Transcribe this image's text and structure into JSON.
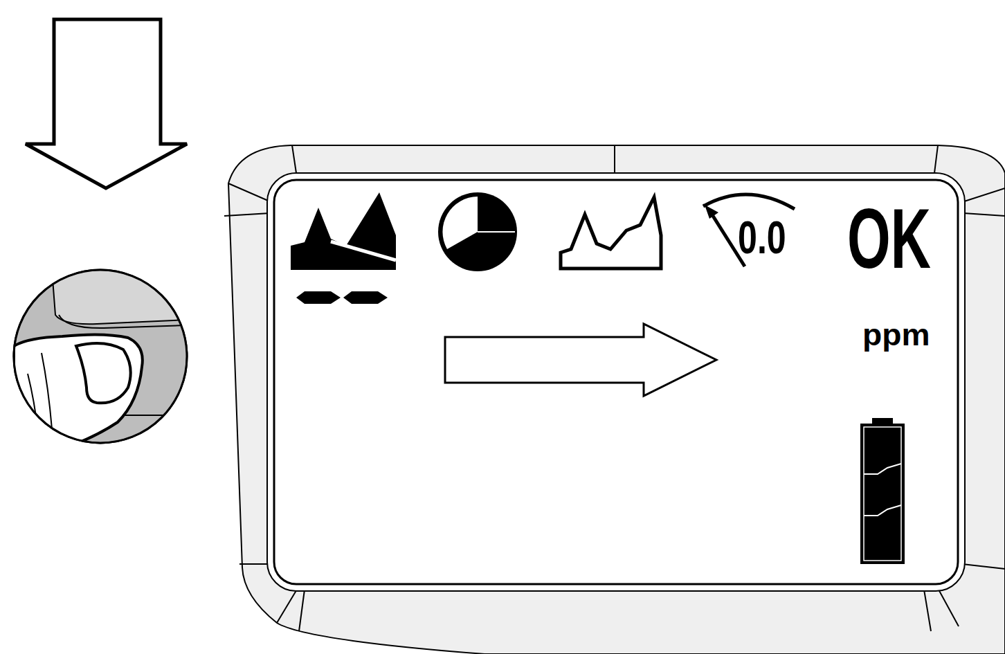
{
  "diagram": {
    "labels": [
      "0.0",
      "OK",
      "ppm"
    ]
  }
}
